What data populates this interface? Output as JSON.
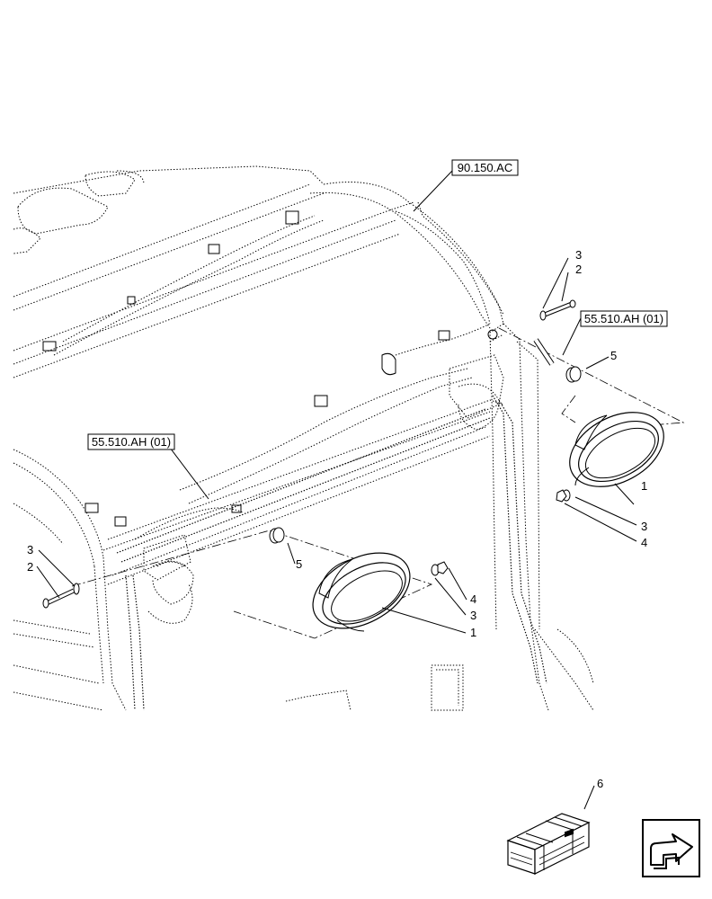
{
  "refs": {
    "cab_ref": "90.150.AC",
    "harness_ref_right": "55.510.AH (01)",
    "harness_ref_left": "55.510.AH (01)"
  },
  "callouts": {
    "r3_top": "3",
    "r2_top": "2",
    "r5_right": "5",
    "r1_right": "1",
    "r3_right": "3",
    "r4_right": "4",
    "r3_left": "3",
    "r2_left": "2",
    "r5_center": "5",
    "r4_center": "4",
    "r3_center": "3",
    "r1_center": "1",
    "r6_kit": "6"
  }
}
